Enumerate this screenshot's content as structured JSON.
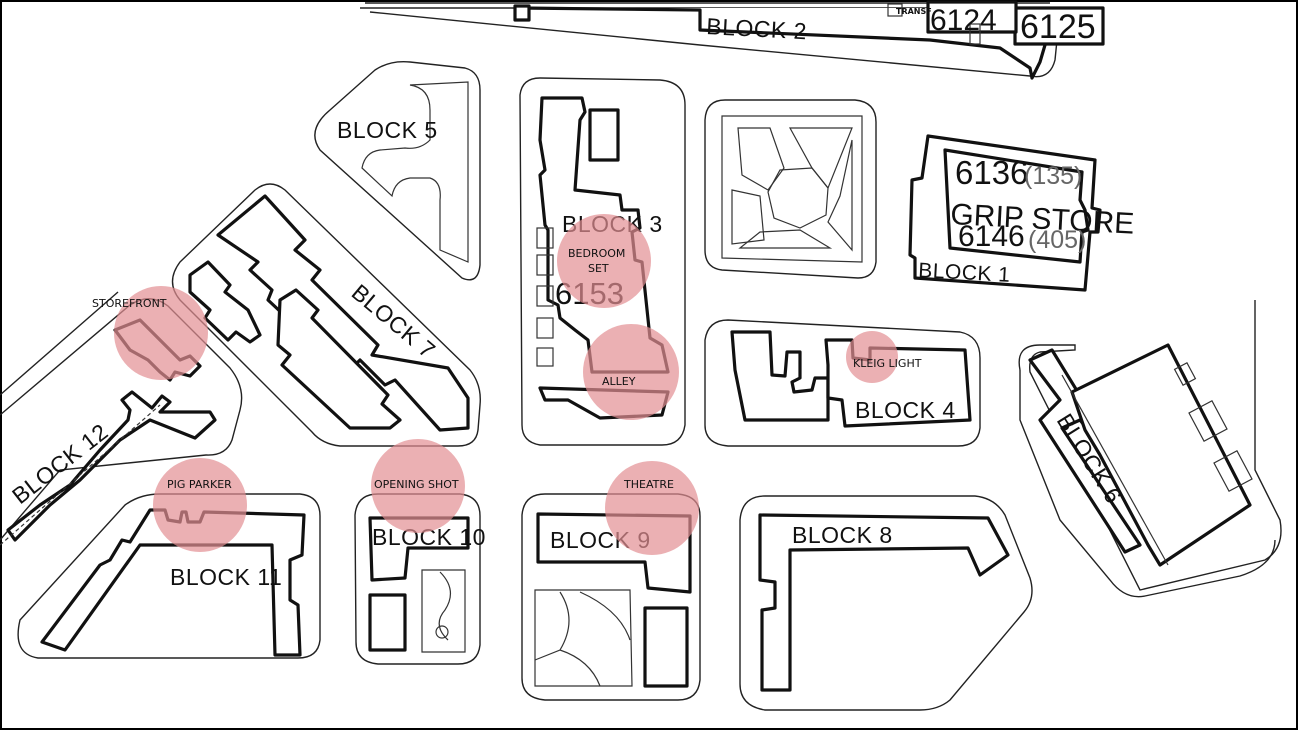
{
  "blocks": {
    "b1": "BLOCK 1",
    "b2": "BLOCK 2",
    "b3": "BLOCK 3",
    "b4": "BLOCK 4",
    "b5": "BLOCK 5",
    "b6": "BLOCK 6",
    "b7": "BLOCK 7",
    "b8": "BLOCK 8",
    "b9": "BLOCK 9",
    "b10": "BLOCK 10",
    "b11": "BLOCK 11",
    "b12": "BLOCK 12"
  },
  "stages": {
    "s6124": "6124",
    "s6125": "6125",
    "s6136": "6136",
    "s6136_sub": "(135)",
    "grip_store": "GRIP STORE",
    "s6146": "6146",
    "s6146_sub": "(405)",
    "s6153": "6153",
    "transf": "TRANSF"
  },
  "locations": {
    "storefront": "STOREFRONT",
    "bedroom_line1": "BEDROOM",
    "bedroom_line2": "SET",
    "alley": "ALLEY",
    "kleig_light": "KLEIG LIGHT",
    "pig_parker": "PIG PARKER",
    "opening_shot": "OPENING SHOT",
    "theatre": "THEATRE"
  },
  "colors": {
    "marker": "#e28e93",
    "line": "#111111",
    "background": "#ffffff",
    "frame": "#000000"
  }
}
